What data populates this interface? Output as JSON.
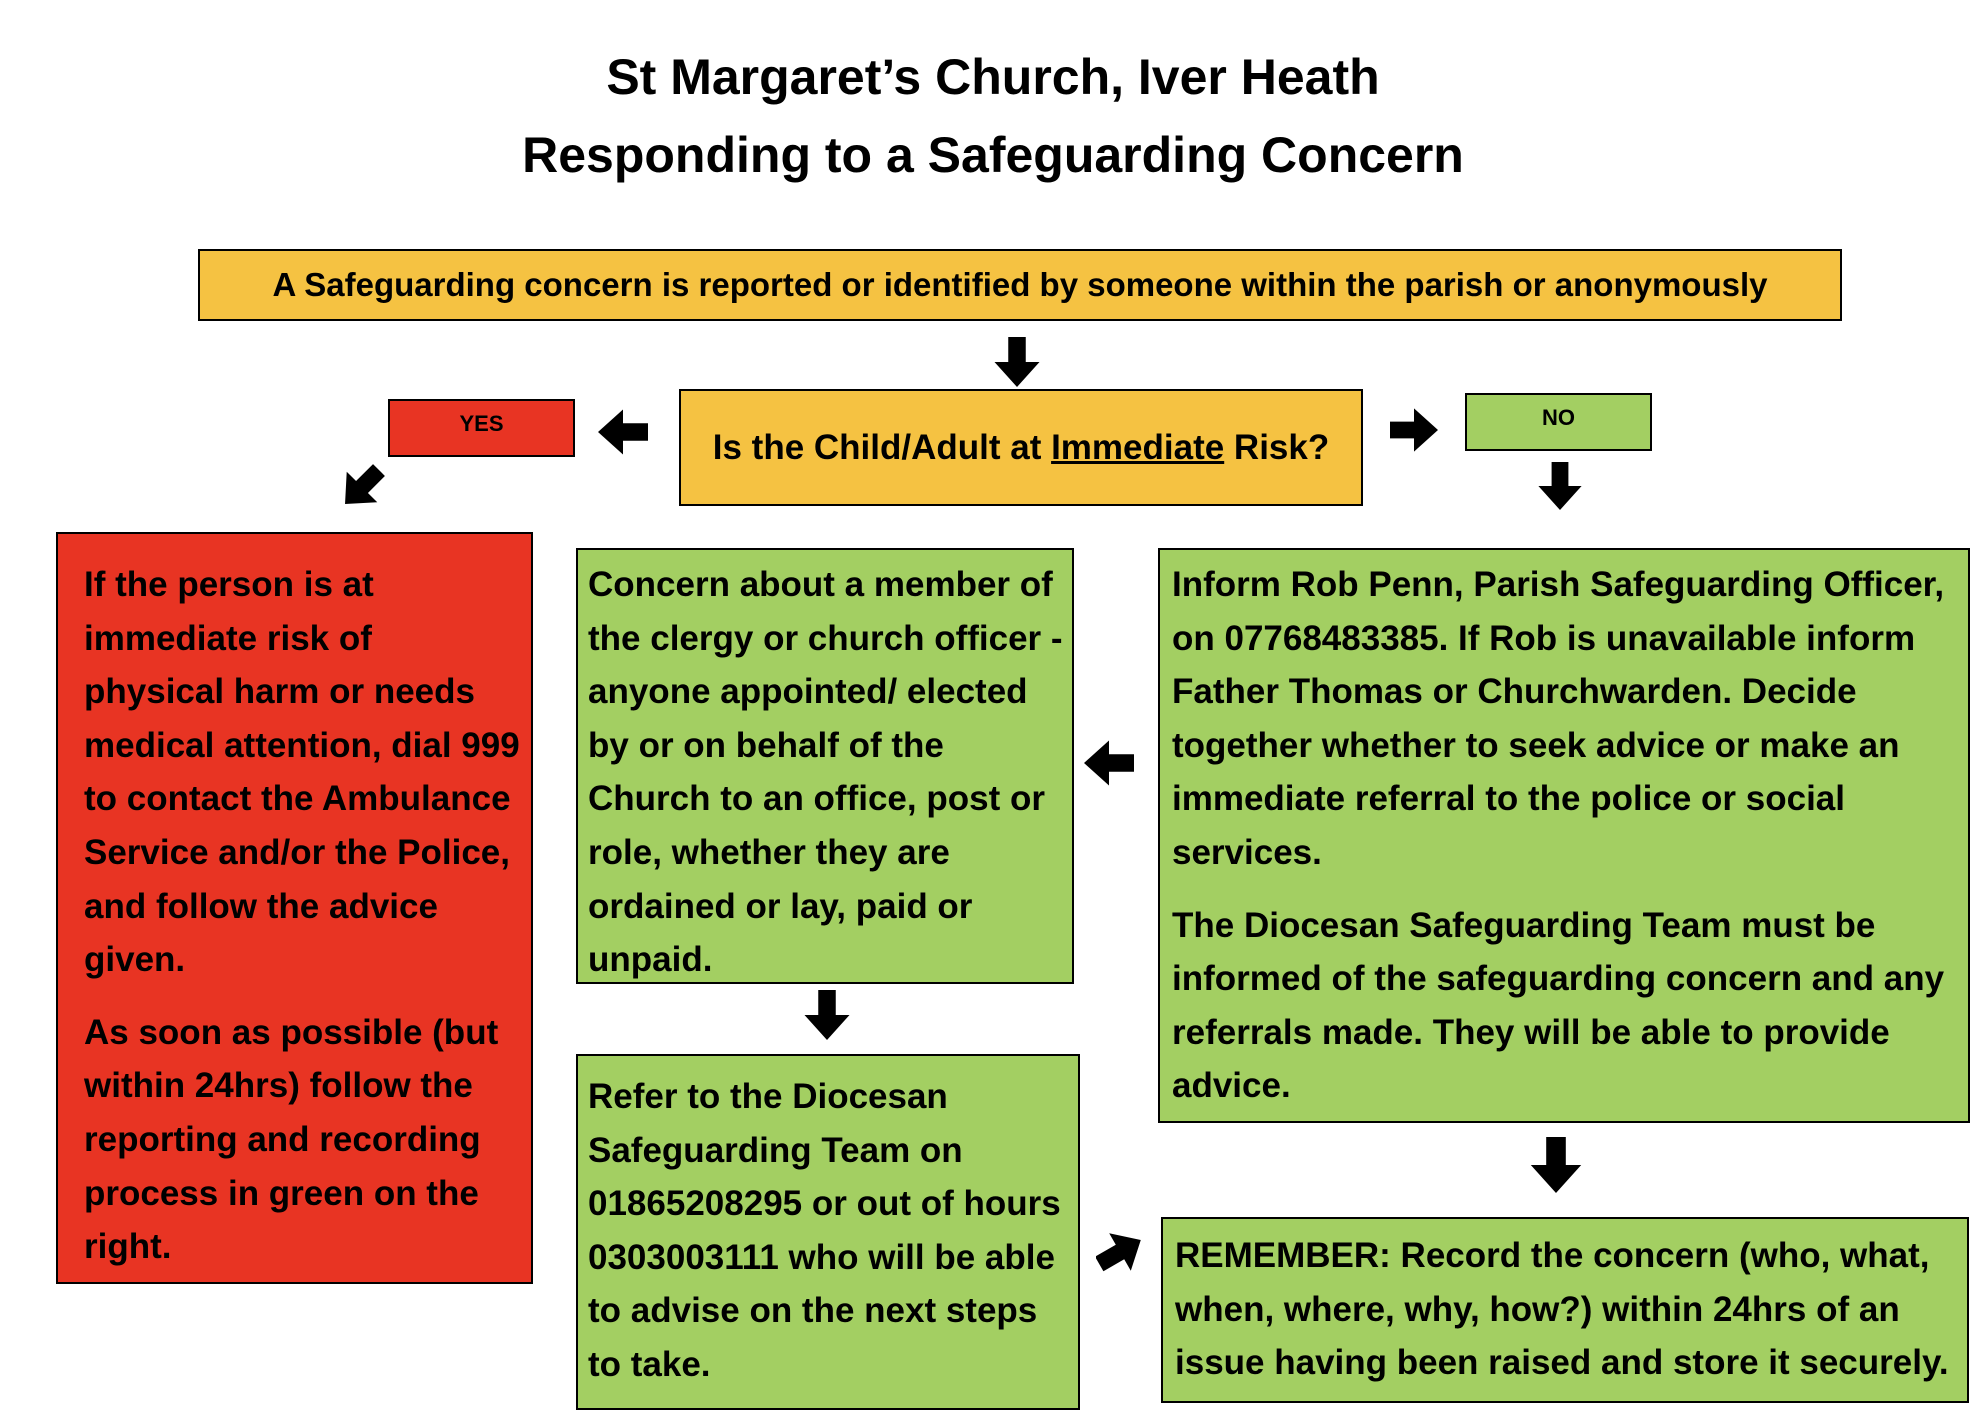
{
  "title": {
    "line1": "St Margaret’s Church, Iver Heath",
    "line2": "Responding to a Safeguarding Concern"
  },
  "start": {
    "text": "A Safeguarding concern is reported or identified by someone within the parish or anonymously"
  },
  "question": {
    "prefix": "Is the Child/Adult at ",
    "emphasis": "Immediate",
    "suffix": " Risk?"
  },
  "yes_label": "YES",
  "no_label": "NO",
  "immediate_risk": {
    "paragraph1": "If the person is at immediate risk of physical harm or needs medical attention, dial 999 to contact the Ambulance Service and/or the Police, and follow the advice given.",
    "paragraph2": "As soon as possible (but within 24hrs) follow the reporting and recording process in green on the right."
  },
  "clergy_concern": {
    "text": "Concern about a member of the clergy or church officer - anyone appointed/ elected by or on behalf of the Church to an office, post or role, whether they are ordained or lay, paid or unpaid."
  },
  "inform_officer": {
    "paragraph1": "Inform Rob Penn, Parish Safeguarding Officer, on 07768483385. If Rob is unavailable inform Father Thomas or Churchwarden. Decide together whether to seek advice or make an immediate referral to the police or social services.",
    "paragraph2": "The Diocesan Safeguarding Team must be informed of the safeguarding concern and any referrals made.  They will be able to provide advice."
  },
  "diocesan_referral": {
    "text": "Refer to the Diocesan Safeguarding Team on 01865208295 or out of hours 0303003111 who will be able to advise on the next steps to take."
  },
  "remember": {
    "text": "REMEMBER: Record the concern (who, what, when, where, why, how?) within 24hrs of an issue having been raised and store it securely."
  },
  "colors": {
    "orange": "#f5c242",
    "red": "#e83423",
    "green": "#a3cf62"
  }
}
